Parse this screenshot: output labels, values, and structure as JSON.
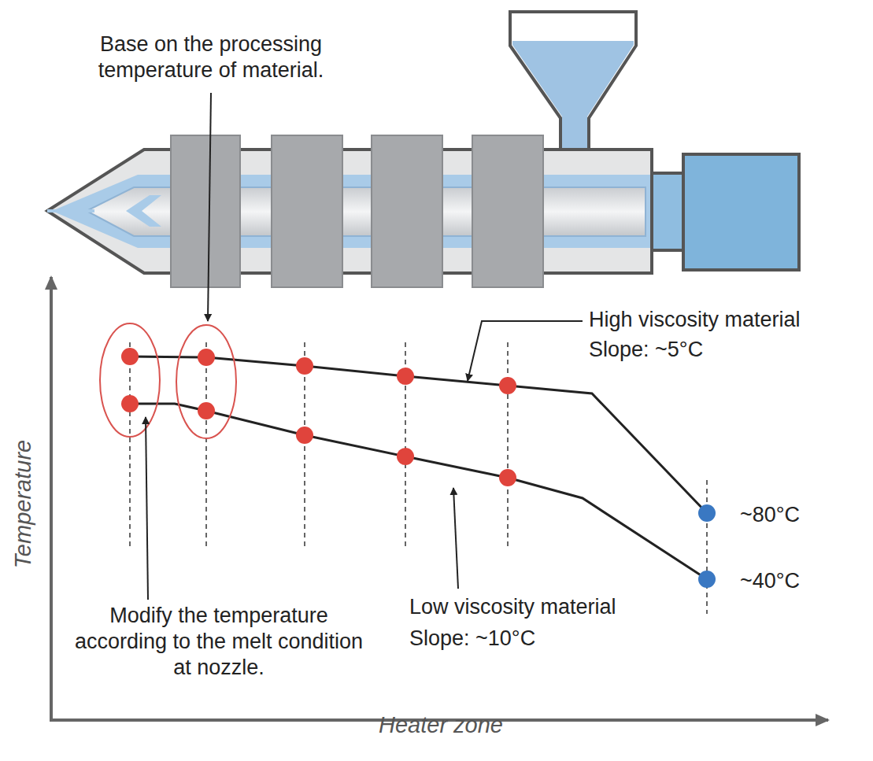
{
  "diagram": {
    "labels": [
      "Base on the processing temperature of material.",
      "High viscosity material",
      "Slope: ~5°C",
      "~80°C",
      "~40°C",
      "Modify the temperature according to the melt condition at nozzle.",
      "Low viscosity material",
      "Slope: ~10°C",
      "Temperature",
      "Heater zone"
    ]
  }
}
